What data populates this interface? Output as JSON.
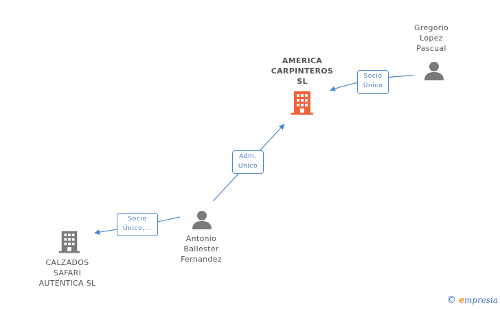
{
  "nodes": {
    "america": {
      "name_line1": "AMERICA",
      "name_line2": "CARPINTEROS",
      "name_line3": "SL"
    },
    "gregorio": {
      "line1": "Gregorio",
      "line2": "Lopez",
      "line3": "Pascual"
    },
    "antonio": {
      "line1": "Antonio",
      "line2": "Ballester",
      "line3": "Fernandez"
    },
    "calzados": {
      "line1": "CALZADOS",
      "line2": "SAFARI",
      "line3": "AUTENTICA SL"
    }
  },
  "edges": {
    "gregorio_america": {
      "line1": "Socio",
      "line2": "Único"
    },
    "antonio_america": {
      "line1": "Adm.",
      "line2": "Unico"
    },
    "antonio_calzados": {
      "line1": "Socio",
      "line2": "Único,..."
    }
  },
  "watermark": {
    "copyright": "©",
    "brand_initial": "e",
    "brand_rest": "mpresia"
  },
  "colors": {
    "main_building": "#f0623a",
    "other_building": "#7a7a7a",
    "person": "#7a7a7a",
    "edge": "#4a86c8"
  },
  "icons": {
    "main_building": "building-icon",
    "other_building": "building-icon",
    "person": "person-icon"
  }
}
